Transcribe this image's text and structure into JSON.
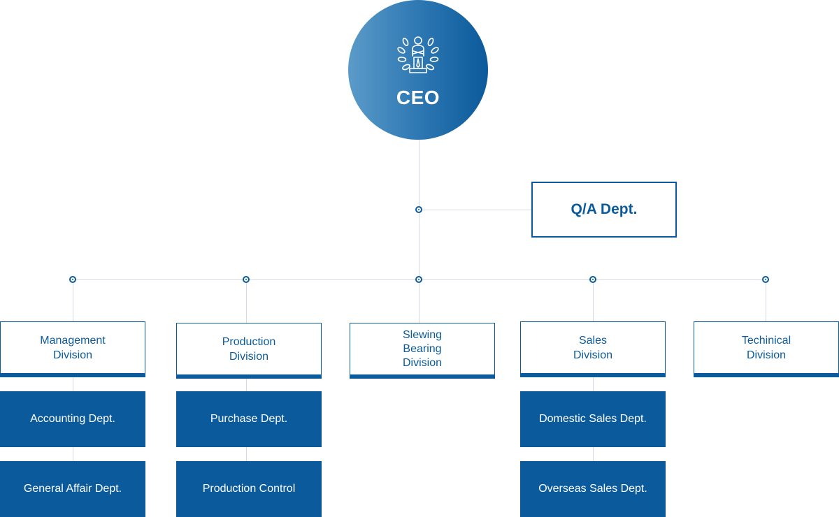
{
  "ceo": {
    "label": "CEO",
    "icon": "leader-laurel-icon"
  },
  "qa": {
    "label": "Q/A Dept."
  },
  "divisions": [
    {
      "label": "Management\nDivision",
      "departments": [
        "Accounting Dept.",
        "General Affair Dept."
      ]
    },
    {
      "label": "Production\nDivision",
      "departments": [
        "Purchase Dept.",
        "Production Control"
      ]
    },
    {
      "label": "Slewing\nBearing\nDivision",
      "departments": []
    },
    {
      "label": "Sales\nDivision",
      "departments": [
        "Domestic Sales Dept.",
        "Overseas Sales Dept."
      ]
    },
    {
      "label": "Techinical\nDivision",
      "departments": []
    }
  ],
  "colors": {
    "primary": "#0b5a9b",
    "connector": "#d3dae3",
    "gradient_light": "#5b9bc9"
  }
}
